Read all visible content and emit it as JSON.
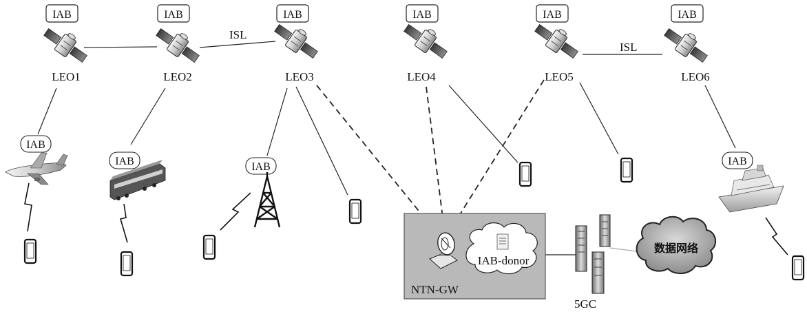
{
  "satellites": [
    {
      "id": "leo1",
      "label": "LEO1",
      "badge": "IAB"
    },
    {
      "id": "leo2",
      "label": "LEO2",
      "badge": "IAB"
    },
    {
      "id": "leo3",
      "label": "LEO3",
      "badge": "IAB"
    },
    {
      "id": "leo4",
      "label": "LEO4",
      "badge": "IAB"
    },
    {
      "id": "leo5",
      "label": "LEO5",
      "badge": "IAB"
    },
    {
      "id": "leo6",
      "label": "LEO6",
      "badge": "IAB"
    }
  ],
  "isl_labels": [
    "ISL",
    "ISL"
  ],
  "nodes": {
    "airplane": {
      "badge": "IAB"
    },
    "train": {
      "badge": "IAB"
    },
    "tower": {
      "badge": "IAB"
    },
    "ship": {
      "badge": "IAB"
    }
  },
  "gateway": {
    "label": "NTN-GW",
    "donor_label": "IAB-donor"
  },
  "core": {
    "label": "5GC"
  },
  "cloud": {
    "label": "数据网络"
  }
}
